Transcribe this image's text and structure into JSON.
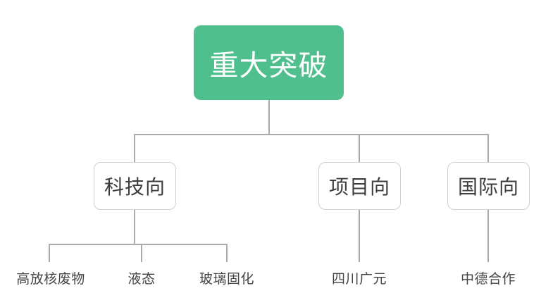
{
  "diagram": {
    "type": "tree",
    "title_node": {
      "label": "重大突破",
      "color": "#4fc08d",
      "text_color": "#ffffff"
    },
    "branch_color": "#ffffff",
    "branch_border_color": "#cfcfcf",
    "branch_text_color": "#3d3d3d",
    "connector_color": "#aaaaaa",
    "leaf_text_color": "#444444",
    "branches": [
      {
        "label": "科技向",
        "leaves": [
          {
            "label": "高放核废物"
          },
          {
            "label": "液态"
          },
          {
            "label": "玻璃固化"
          }
        ]
      },
      {
        "label": "项目向",
        "leaves": [
          {
            "label": "四川广元"
          }
        ]
      },
      {
        "label": "国际向",
        "leaves": [
          {
            "label": "中德合作"
          }
        ]
      }
    ]
  }
}
